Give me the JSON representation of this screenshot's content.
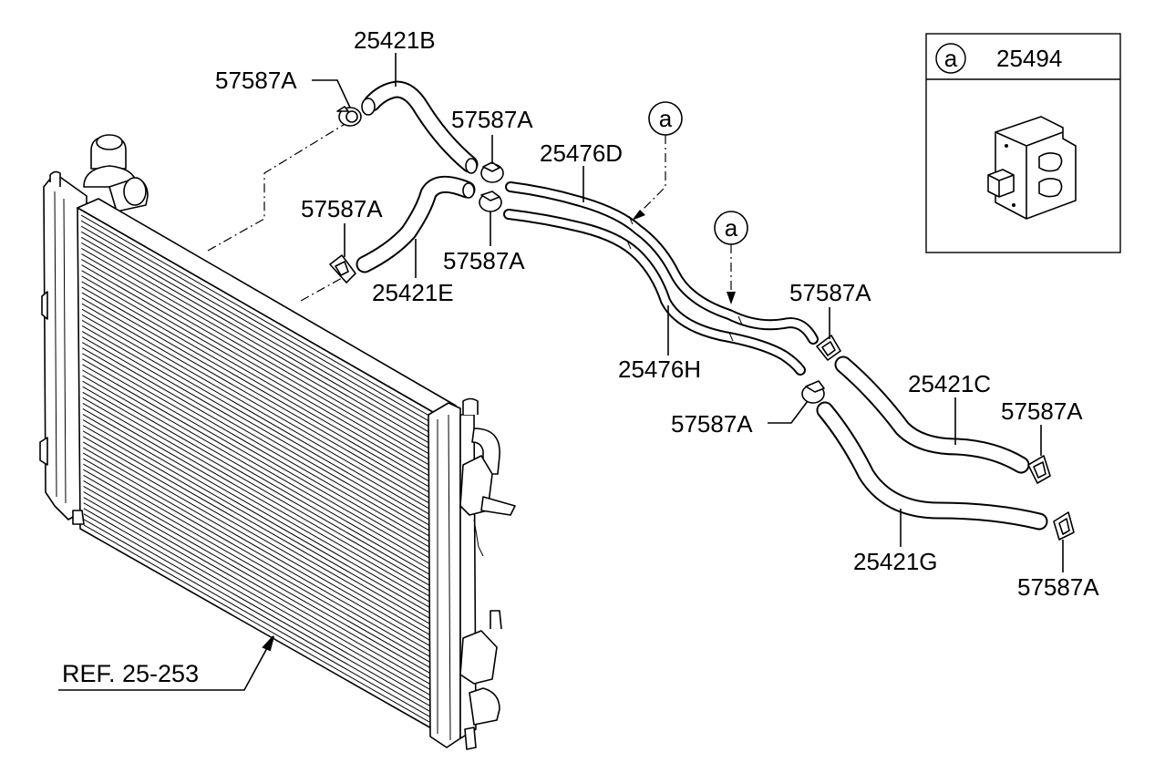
{
  "labels": {
    "hose_upper": "25421B",
    "hose_lower": "25421E",
    "hose_right_upper": "25421C",
    "hose_right_lower": "25421G",
    "tube_upper": "25476D",
    "tube_lower": "25476H",
    "clamp": "57587A",
    "bracket": "25494",
    "ref": "REF. 25-253",
    "callout_letter": "a"
  }
}
